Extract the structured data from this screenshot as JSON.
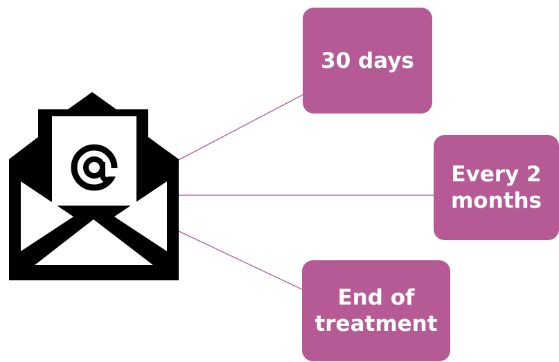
{
  "diagram": {
    "center_icon": "open-envelope-at-sign-icon",
    "nodes": [
      {
        "id": "thirty-days",
        "line1": "30 days",
        "line2": ""
      },
      {
        "id": "every-two-months",
        "line1": "Every 2",
        "line2": "months"
      },
      {
        "id": "end-of-treatment",
        "line1": "End of",
        "line2": "treatment"
      }
    ],
    "colors": {
      "node_fill": "#b55a94",
      "node_text": "#ffffff",
      "connector": "#b55a94",
      "icon": "#000000"
    }
  }
}
